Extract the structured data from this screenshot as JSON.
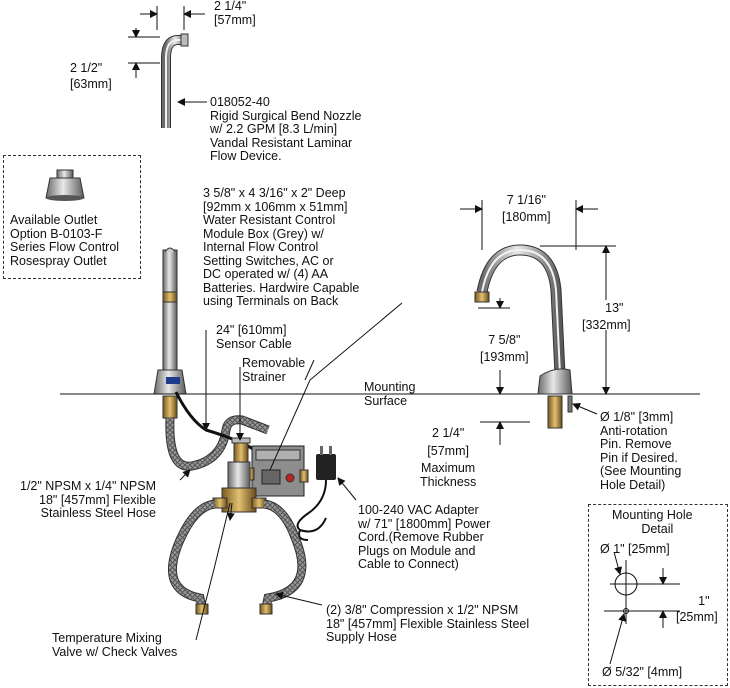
{
  "top_nozzle": {
    "width_dim": [
      "2 1/4\"",
      "[57mm]"
    ],
    "height_dim": [
      "2 1/2\"",
      "[63mm]"
    ],
    "callout": [
      "018052-40",
      "Rigid Surgical Bend Nozzle",
      "w/ 2.2 GPM [8.3 L/min]",
      "Vandal Resistant Laminar",
      "Flow Device."
    ]
  },
  "outlet_box": {
    "lines": [
      "Available Outlet",
      "Option B-0103-F",
      "Series Flow Control",
      "Rosespray Outlet"
    ]
  },
  "control_module": {
    "lines": [
      "3 5/8\" x 4 3/16\" x 2\" Deep",
      "[92mm x 106mm x 51mm]",
      "Water Resistant Control",
      "Module Box (Grey) w/",
      "Internal Flow Control",
      "Setting Switches, AC or",
      "DC operated w/ (4) AA",
      "Batteries. Hardwire Capable",
      "using Terminals on Back"
    ]
  },
  "sensor_cable": [
    "24\" [610mm]",
    "Sensor Cable"
  ],
  "strainer": [
    "Removable",
    "Strainer"
  ],
  "mounting_surface": [
    "Mounting",
    "Surface"
  ],
  "side_view": {
    "reach": [
      "7 1/16\"",
      "[180mm]"
    ],
    "height": [
      "13\"",
      "[332mm]"
    ],
    "spout_height": [
      "7 5/8\"",
      "[193mm]"
    ],
    "max_thickness": [
      "2 1/4\"",
      "[57mm]",
      "Maximum",
      "Thickness"
    ],
    "pin": [
      "Ø 1/8\" [3mm]",
      "Anti-rotation",
      "Pin. Remove",
      "Pin if Desired.",
      "(See Mounting",
      "Hole Detail)"
    ]
  },
  "flex_hose": [
    "1/2\" NPSM x 1/4\" NPSM",
    "18\" [457mm] Flexible",
    "Stainless Steel Hose"
  ],
  "adapter": [
    "100-240 VAC Adapter",
    "w/ 71\" [1800mm] Power",
    "Cord.(Remove Rubber",
    "Plugs on Module and",
    "Cable to Connect)"
  ],
  "mounting_hole": {
    "title": [
      "Mounting Hole",
      "Detail"
    ],
    "hole_dim": "Ø 1\" [25mm]",
    "offset": [
      "1\"",
      "[25mm]"
    ],
    "pin_dim": "Ø 5/32\" [4mm]"
  },
  "supply_hose": [
    "(2) 3/8\" Compression x 1/2\" NPSM",
    "18\" [457mm] Flexible Stainless Steel",
    "Supply Hose"
  ],
  "mixing_valve": [
    "Temperature Mixing",
    "Valve w/ Check Valves"
  ]
}
